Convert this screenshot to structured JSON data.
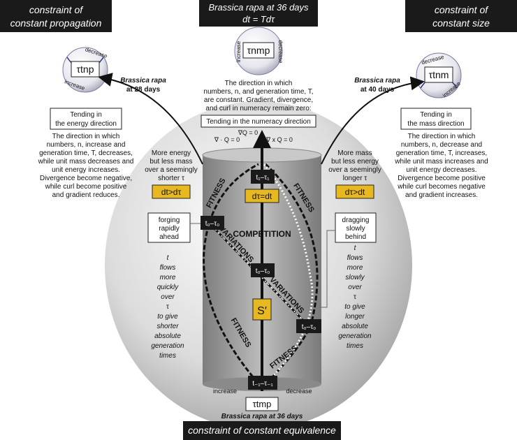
{
  "banners": {
    "top_left": [
      "constraint of",
      "constant propagation"
    ],
    "top_right": [
      "constraint of",
      "constant size"
    ],
    "top_center": [
      "Brassica rapa at 36 days",
      "dt = Tdτ"
    ],
    "bottom": "constraint of constant equivalence"
  },
  "spheres": {
    "left": {
      "label": "τtnp",
      "top": "decrease",
      "bottom": "increase",
      "caption": [
        "Brassica rapa",
        "at 28 days"
      ]
    },
    "center": {
      "label": "τnmp",
      "left": "increase",
      "right": "decrease"
    },
    "right": {
      "label": "τtnm",
      "top": "decrease",
      "bottom": "increase",
      "caption": [
        "Brassica rapa",
        "at 40 days"
      ]
    }
  },
  "center_text": {
    "lines": [
      "The direction in which",
      "numbers, n, and generation time, T,",
      "are constant. Gradient, divergence,",
      "and curl in numeracy remain zero:"
    ],
    "box": "Tending in the numeracy direction",
    "eq1": "∇Q = 0",
    "eq2": "∇ · Q = 0",
    "eq3": "∇ x Q = 0"
  },
  "left_panel": {
    "box": [
      "Tending in",
      "the energy direction"
    ],
    "lines": [
      "The direction in which",
      "numbers, n, increase and",
      "generation time, T, decreases,",
      "while unit mass decreases and",
      "unit energy increases.",
      "Divergence become negative,",
      "while curl become positive",
      "and gradient reduces."
    ],
    "energy": [
      "More energy",
      "but less mass",
      "over a seemingly",
      "shorter τ"
    ],
    "badge": "dt>dτ",
    "forging": [
      "forging",
      "rapidly",
      "ahead"
    ],
    "flows": [
      "t",
      "flows",
      "more",
      "quickly",
      "over",
      "τ",
      "to give",
      "shorter",
      "absolute",
      "generation",
      "times"
    ]
  },
  "right_panel": {
    "box": [
      "Tending in",
      "the mass direction"
    ],
    "lines": [
      "The direction in which",
      "numbers, n, decrease and",
      "generation time, T, increases,",
      "while unit mass increases and",
      "unit energy decreases.",
      "Divergence become positive",
      "while curl becomes negative",
      "and gradient increases."
    ],
    "mass": [
      "More mass",
      "but less energy",
      "over a seemingly",
      "longer τ"
    ],
    "badge": "dτ>dt",
    "dragging": [
      "dragging",
      "slowly",
      "behind"
    ],
    "flows": [
      "t",
      "flows",
      "more",
      "slowly",
      "over",
      "τ",
      "to give",
      "longer",
      "absolute",
      "generation",
      "times"
    ]
  },
  "cylinder": {
    "top_label": "t₁–τ₁",
    "badge": "dτ=dt",
    "competition": "COMPETITION",
    "mid_label": "t₀–τ₀",
    "left_label": "t₀–τ₀",
    "right_label": "t₀–τ₀",
    "s_prime": "S′",
    "bottom_label": "t₋₁–τ₋₁",
    "bottom_left": "increase",
    "bottom_right": "decrease",
    "fitness": "FITNESS",
    "variations": "VARIATIONS"
  },
  "bottom_sphere": {
    "label": "τtmp",
    "caption": "Brassica rapa at 36 days"
  },
  "colors": {
    "gold": "#e8b820",
    "dark": "#1a1a1a",
    "sphere_light": "#f2f2f2",
    "sphere_dark": "#9a9a9a"
  }
}
